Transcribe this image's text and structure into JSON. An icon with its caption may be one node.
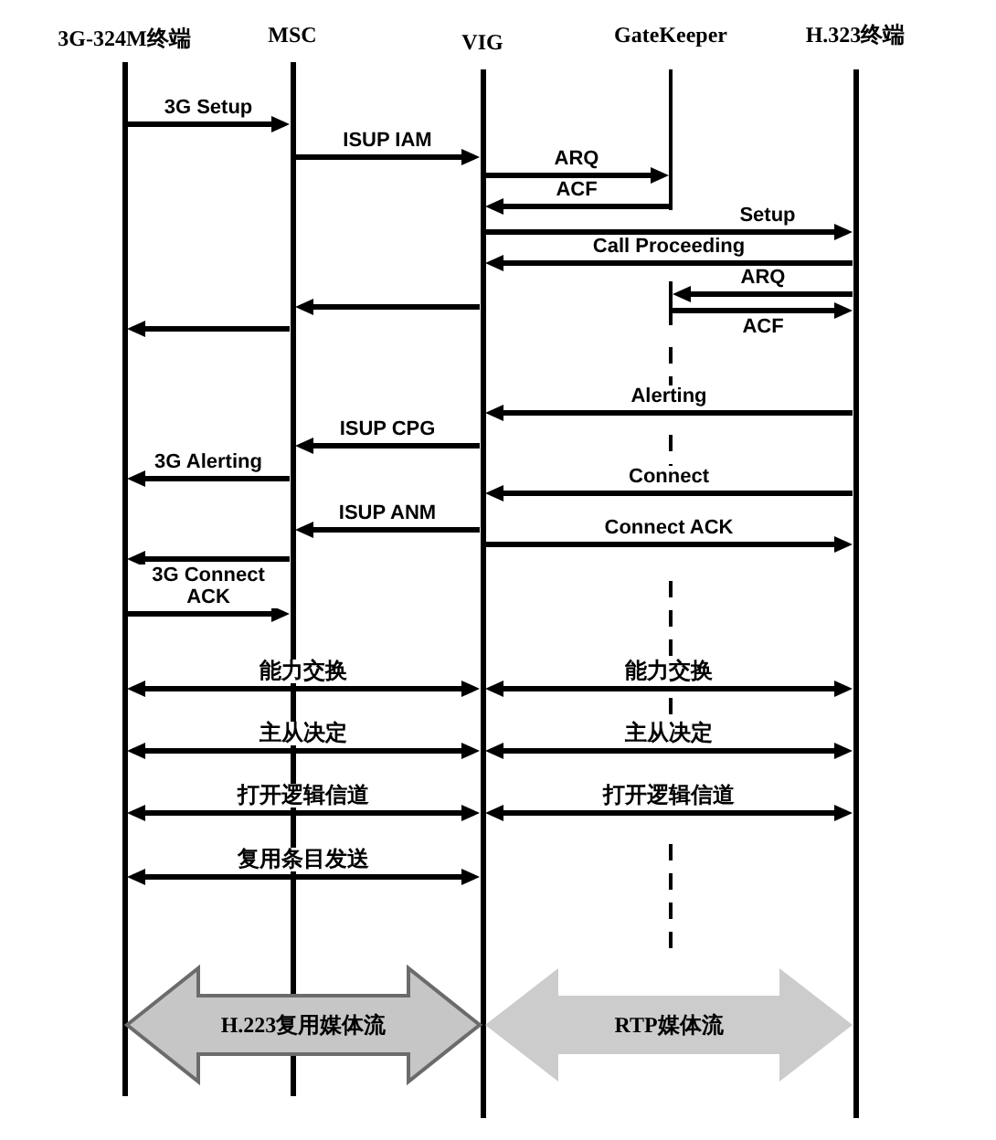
{
  "diagram": {
    "nodes": [
      {
        "text": [
          "3G-324M终端"
        ]
      },
      {
        "text": [
          "MSC"
        ]
      },
      {
        "text": [
          "VIG"
        ]
      },
      {
        "text": [
          "GateKeeper"
        ]
      },
      {
        "text": [
          "H.323终端"
        ]
      }
    ],
    "edges": [
      {
        "from": 0,
        "to": 1,
        "arrow": "to",
        "label": "3G Setup"
      },
      {
        "from": 1,
        "to": 2,
        "arrow": "to",
        "label": "ISUP IAM"
      },
      {
        "from": 2,
        "to": 3,
        "arrow": "to",
        "label": "ARQ"
      },
      {
        "from": 3,
        "to": 2,
        "arrow": "to",
        "label": "ACF"
      },
      {
        "from": 2,
        "to": 4,
        "arrow": "to",
        "label": "Setup"
      },
      {
        "from": 4,
        "to": 2,
        "arrow": "to",
        "label": "Call Proceeding"
      },
      {
        "from": 2,
        "to": 1,
        "arrow": "to"
      },
      {
        "from": 4,
        "to": 3,
        "arrow": "to",
        "label": "ARQ"
      },
      {
        "from": 1,
        "to": 0,
        "arrow": "to"
      },
      {
        "from": 3,
        "to": 4,
        "arrow": "to",
        "label": "ACF"
      },
      {
        "from": 4,
        "to": 2,
        "arrow": "to",
        "label": "Alerting"
      },
      {
        "from": 2,
        "to": 1,
        "arrow": "to",
        "label": "ISUP CPG"
      },
      {
        "from": 1,
        "to": 0,
        "arrow": "to",
        "label": "3G Alerting"
      },
      {
        "from": 4,
        "to": 2,
        "arrow": "to",
        "label": "Connect"
      },
      {
        "from": 2,
        "to": 1,
        "arrow": "to",
        "label": "ISUP ANM"
      },
      {
        "from": 2,
        "to": 4,
        "arrow": "to",
        "label": "Connect ACK"
      },
      {
        "from": 1,
        "to": 0,
        "arrow": "to"
      },
      {
        "from": 0,
        "to": 1,
        "arrow": "to",
        "label": "3G Connect ACK"
      },
      {
        "from": 0,
        "to": 2,
        "arrow": "both",
        "label": "能力交换"
      },
      {
        "from": 2,
        "to": 4,
        "arrow": "both",
        "label": "能力交换"
      },
      {
        "from": 0,
        "to": 2,
        "arrow": "both",
        "label": "主从决定"
      },
      {
        "from": 2,
        "to": 4,
        "arrow": "both",
        "label": "主从决定"
      },
      {
        "from": 0,
        "to": 2,
        "arrow": "both",
        "label": "打开逻辑信道"
      },
      {
        "from": 2,
        "to": 4,
        "arrow": "both",
        "label": "打开逻辑信道"
      },
      {
        "from": 0,
        "to": 2,
        "arrow": "both",
        "label": "复用条目发送"
      },
      {
        "from": 0,
        "to": 2,
        "arrow": "both",
        "label": "H.223复用媒体流",
        "style": "thick",
        "color": "#c6c6c6"
      },
      {
        "from": 2,
        "to": 4,
        "arrow": "both",
        "label": "RTP媒体流",
        "style": "thick",
        "color": "#cccccc"
      }
    ]
  }
}
